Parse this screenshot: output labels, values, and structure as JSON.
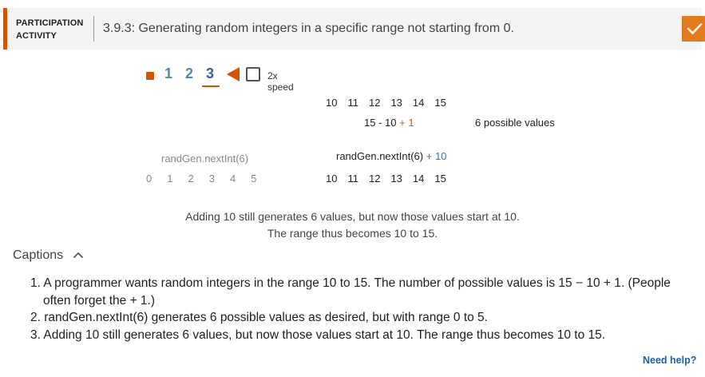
{
  "header": {
    "activity_label": "PARTICIPATION ACTIVITY",
    "title": "3.9.3: Generating random integers in a specific range not starting from 0.",
    "check_icon": "checkmark-icon",
    "accent": "#d25400"
  },
  "steps": {
    "items": [
      "1",
      "2",
      "3"
    ],
    "speed_label": "2x speed"
  },
  "animation": {
    "range_top": [
      "10",
      "11",
      "12",
      "13",
      "14",
      "15"
    ],
    "count_expr": "15 - 10",
    "count_plus": "+ 1",
    "count_result": "6 possible values",
    "call_gray": "randGen.nextInt(6)",
    "call_offset": "randGen.nextInt(6)",
    "offset_plus": "+ 10",
    "gray_values": [
      "0",
      "1",
      "2",
      "3",
      "4",
      "5"
    ],
    "offset_values": [
      "10",
      "11",
      "12",
      "13",
      "14",
      "15"
    ],
    "caption_line1": "Adding 10 still generates 6 values, but now those values start at 10.",
    "caption_line2": "The range thus becomes 10 to 15."
  },
  "captions": {
    "toggle_label": "Captions",
    "items": [
      "1. A programmer wants random integers in the range 10 to 15. The number of possible values is 15 − 10 + 1. (People often forget the + 1.)",
      "2. randGen.nextInt(6) generates 6 possible values as desired, but with range 0 to 5.",
      "3. Adding 10 still generates 6 values, but now those values start at 10. The range thus becomes 10 to 15."
    ]
  },
  "footer": {
    "need_help": "Need help?"
  }
}
